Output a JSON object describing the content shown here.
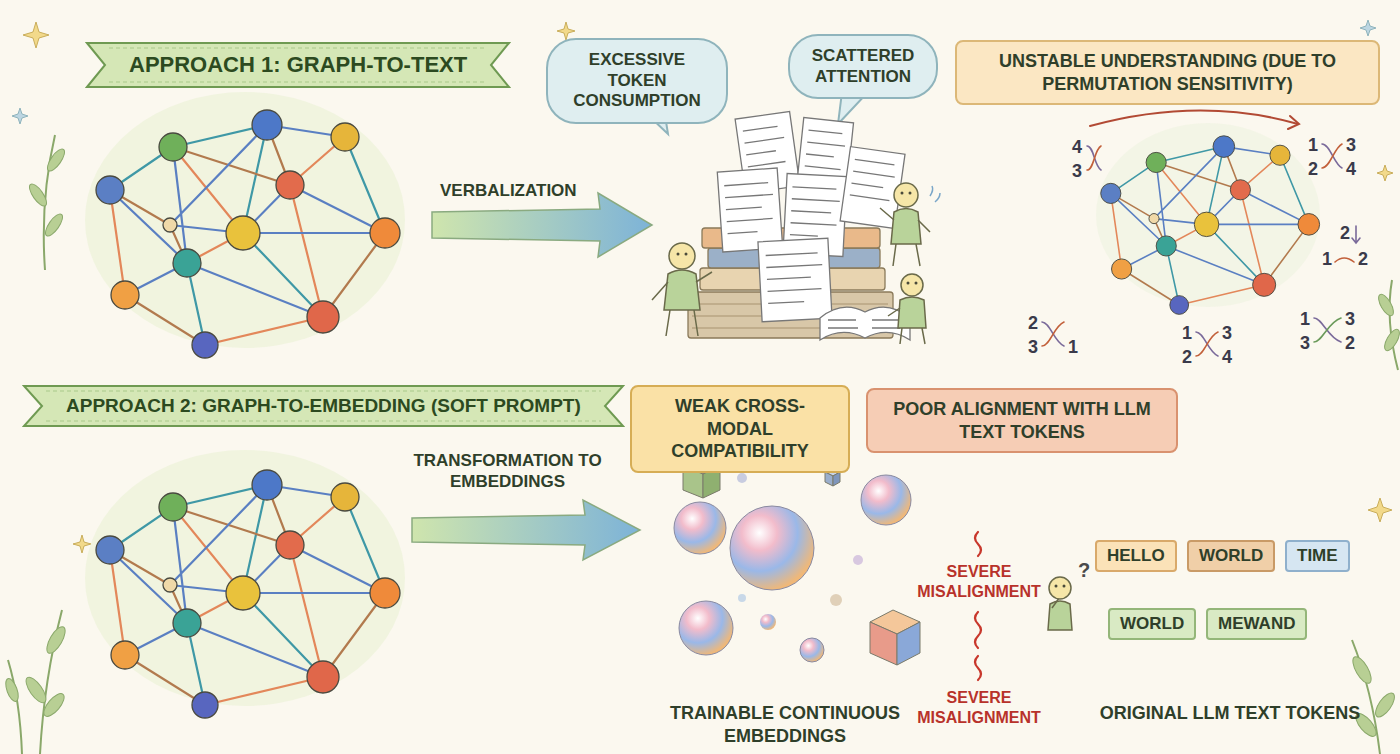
{
  "diagram": {
    "nodes": [
      {
        "text": [
          "APPROACH 1: GRAPH-TO-TEXT"
        ]
      },
      {
        "text": [
          "EXCESSIVE TOKEN CONSUMPTION"
        ]
      },
      {
        "text": [
          "SCATTERED ATTENTION"
        ]
      },
      {
        "text": [
          "UNSTABLE UNDERSTANDING (DUE TO PERMUTATION SENSITIVITY)"
        ]
      },
      {
        "text": [
          "APPROACH 2: GRAPH-TO-EMBEDDING (SOFT PROMPT)"
        ]
      },
      {
        "text": [
          "WEAK CROSS-MODAL COMPATIBILITY"
        ]
      },
      {
        "text": [
          "POOR ALIGNMENT WITH LLM TEXT TOKENS"
        ]
      },
      {
        "text": [
          "HELLO"
        ]
      },
      {
        "text": [
          "WORLD"
        ]
      },
      {
        "text": [
          "TIME"
        ]
      },
      {
        "text": [
          "WORLD"
        ]
      },
      {
        "text": [
          "MEWAND"
        ]
      }
    ],
    "labels": [
      "VERBALIZATION",
      "TRANSFORMATION TO EMBEDDINGS",
      "SEVERE MISALIGNMENT",
      "SEVERE MISALIGNMENT",
      "TRAINABLE CONTINUOUS EMBEDDINGS",
      "ORIGINAL LLM TEXT TOKENS",
      "4",
      "3",
      "1",
      "3",
      "2",
      "4",
      "2",
      "1",
      "2",
      "2",
      "3",
      "1",
      "1",
      "3",
      "2",
      "4",
      "1",
      "3",
      "3",
      "2",
      "?"
    ]
  }
}
